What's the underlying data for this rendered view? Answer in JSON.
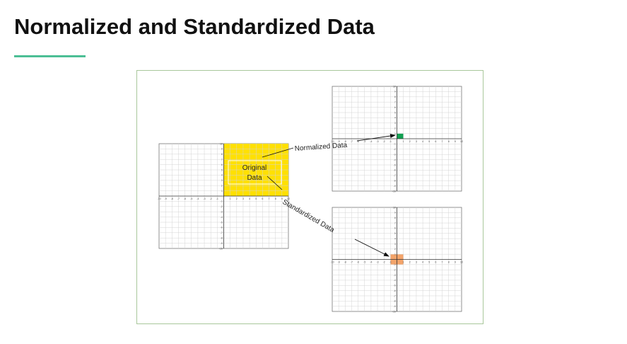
{
  "slide": {
    "title": "Normalized and Standardized Data",
    "accent_color": "#4cbf95",
    "frame_color": "#a9c79b"
  },
  "diagram": {
    "grid_range": [
      -10,
      10
    ],
    "original": {
      "label_line1": "Original",
      "label_line2": "Data",
      "fill_color": "#ffe000",
      "x_range": [
        0,
        10
      ],
      "y_range": [
        0,
        10
      ]
    },
    "normalized": {
      "label": "Normalized Data",
      "fill_color": "#10a050",
      "x_range": [
        0,
        1
      ],
      "y_range": [
        0,
        1
      ]
    },
    "standardized": {
      "label": "Standardized Data",
      "fill_color": "#f4a46a",
      "x_range": [
        -1,
        1
      ],
      "y_range": [
        -1,
        1
      ]
    }
  }
}
